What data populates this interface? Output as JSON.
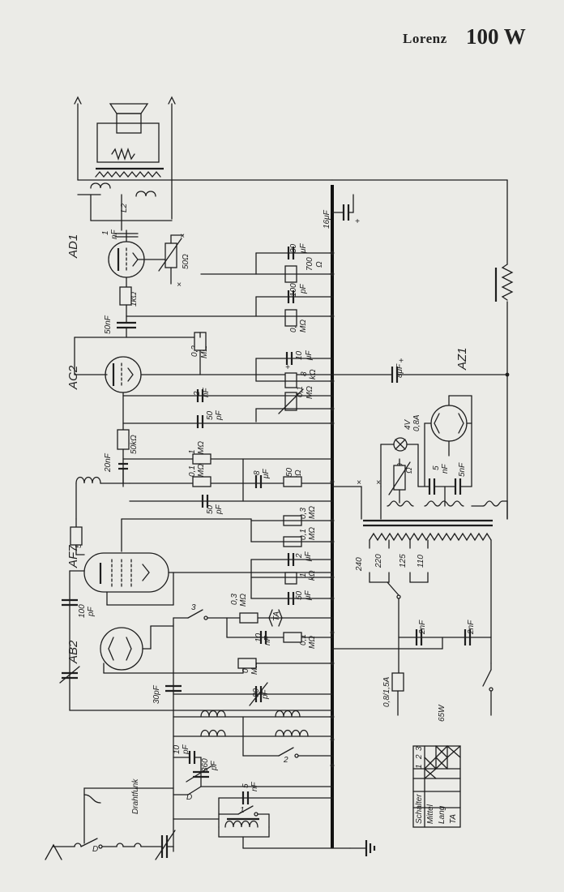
{
  "header": {
    "brand": "Lorenz",
    "model": "100 W"
  },
  "tubes": {
    "ad1": "AD1",
    "ac2": "AC2",
    "af7": "AF7",
    "ab2": "AB2",
    "az1": "AZ1"
  },
  "labels": {
    "c_1nf_a": "1",
    "c_1nf_b": "nF",
    "pot_50": "50Ω",
    "l2": "L2",
    "r_1k": "1kΩ",
    "c_50nf": "50nF",
    "c_16uf": "16μF",
    "c_30uf_a": "30",
    "c_30uf_b": "μF",
    "r_700_a": "700",
    "r_700_b": "Ω",
    "c_100pf_a": "100",
    "c_100pf_b": "pF",
    "r_07m_a": "0,7",
    "r_07m_b": "MΩ",
    "r_02m_a": "0,2",
    "r_02m_b": "MΩ",
    "c_10uf_a": "10",
    "c_10uf_b": "μF",
    "r_8k_a": "8",
    "r_8k_b": "kΩ",
    "pot_01m_a": "0,1",
    "pot_01m_b": "MΩ",
    "c_8uf_az": "8μF",
    "c_2nf_a": "2",
    "c_2nf_b": "nF",
    "c_50pf_a": "50",
    "c_50pf_b": "pF",
    "r_50k_left": "50kΩ",
    "r_1m_a": "1",
    "r_1m_b": "MΩ",
    "c_20nf": "20nF",
    "r_01m_a": "0,1",
    "r_01m_b": "MΩ",
    "c_8uf_a": "8",
    "c_8uf_b": "μF",
    "r_50k_a": "50",
    "r_50k_b": "kΩ",
    "c_50pf2_a": "50",
    "c_50pf2_b": "pF",
    "lamp_a": "4V",
    "lamp_b": "0,8A",
    "r_100_a": "100",
    "r_100_b": "Ω",
    "c_5nf_a": "5",
    "c_5nf_b": "nF",
    "c_5nf2": "5nF",
    "r_5k": "5kΩ",
    "r_03m_a": "0,3",
    "r_03m_b": "MΩ",
    "r_01m2_a": "0,1",
    "r_01m2_b": "MΩ",
    "c_2uf_a": "2",
    "c_2uf_b": "μF",
    "r_1k2_a": "1",
    "r_1k2_b": "kΩ",
    "c_50uf_a": "50",
    "c_50uf_b": "μF",
    "sw_3": "3",
    "r_03m2_a": "0,3",
    "r_03m2_b": "MΩ",
    "ta": "TA",
    "c_10nf_a": "10",
    "c_10nf_b": "nF",
    "r_01m3_a": "0,1",
    "r_01m3_b": "MΩ",
    "c_100pf2_a": "100",
    "c_100pf2_b": "pF",
    "r_07m2_a": "0,7",
    "r_07m2_b": "MΩ",
    "c_30pf": "30pF",
    "c_80pf_a": "80",
    "c_80pf_b": "pF",
    "v_240": "240",
    "v_220": "220",
    "v_125": "125",
    "v_110": "110",
    "c_2nf_m1": "2nF",
    "c_2nf_m2": "2nF",
    "fuse": "0,8/1,5A",
    "power": "65W",
    "c_10pf_a": "10",
    "c_10pf_b": "pF",
    "c_360pf_a": "360",
    "c_360pf_b": "pF",
    "sw_2": "2",
    "sw_d1": "D",
    "c_5nf3_a": "5",
    "c_5nf3_b": "nF",
    "sw_1": "1",
    "drahtfunk": "Drahtfunk",
    "sw_d2": "D"
  },
  "switch_table": {
    "header": [
      "Schalter",
      "1",
      "2",
      "3"
    ],
    "rows": [
      {
        "label": "Mittel",
        "marks": [
          true,
          true,
          false
        ]
      },
      {
        "label": "Lang",
        "marks": [
          false,
          true,
          true
        ]
      },
      {
        "label": "TA",
        "marks": [
          false,
          false,
          true
        ]
      }
    ]
  }
}
